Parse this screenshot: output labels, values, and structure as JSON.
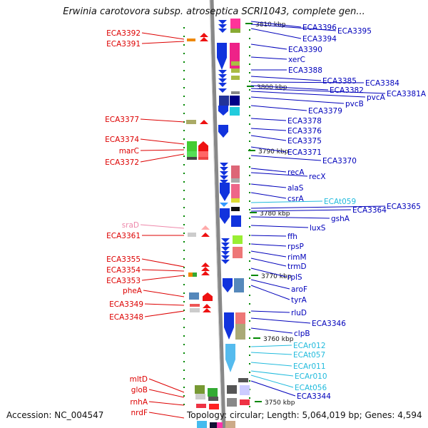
{
  "title": "Erwinia carotovora subsp. atroseptica SCRI1043, complete gen...",
  "footer": {
    "accession": "Accession: NC_004547",
    "summary": "Topology: circular; Length: 5,064,019 bp; Genes: 4,594"
  },
  "colors": {
    "forward_label": "#dd0000",
    "forward_label_faint": "#ee88aa",
    "reverse_label": "#0000bb",
    "rna_label": "#22bbdd",
    "backbone": "#888888",
    "tick": "#008800"
  },
  "scale": {
    "unit": "kbp",
    "ticks": [
      "3810 kbp",
      "3800 kbp",
      "3790 kbp",
      "3780 kbp",
      "3770 kbp",
      "3760 kbp",
      "3750 kbp"
    ]
  },
  "left_labels": [
    {
      "text": "ECA3392",
      "style": "red"
    },
    {
      "text": "ECA3391",
      "style": "red"
    },
    {
      "text": "ECA3377",
      "style": "red"
    },
    {
      "text": "ECA3374",
      "style": "red"
    },
    {
      "text": "marC",
      "style": "red"
    },
    {
      "text": "ECA3372",
      "style": "red"
    },
    {
      "text": "sraD",
      "style": "faint"
    },
    {
      "text": "ECA3361",
      "style": "red"
    },
    {
      "text": "ECA3355",
      "style": "red"
    },
    {
      "text": "ECA3354",
      "style": "red"
    },
    {
      "text": "ECA3353",
      "style": "red"
    },
    {
      "text": "pheA",
      "style": "red"
    },
    {
      "text": "ECA3349",
      "style": "red"
    },
    {
      "text": "ECA3348",
      "style": "red"
    },
    {
      "text": "mltD",
      "style": "red"
    },
    {
      "text": "gloB",
      "style": "red"
    },
    {
      "text": "rnhA",
      "style": "red"
    },
    {
      "text": "nrdF",
      "style": "red"
    }
  ],
  "right_labels": [
    {
      "text": "ECA3396",
      "style": "blue"
    },
    {
      "text": "ECA3395",
      "style": "blue"
    },
    {
      "text": "ECA3394",
      "style": "blue"
    },
    {
      "text": "ECA3390",
      "style": "blue"
    },
    {
      "text": "xerC",
      "style": "blue"
    },
    {
      "text": "ECA3388",
      "style": "blue"
    },
    {
      "text": "ECA3385",
      "style": "blue"
    },
    {
      "text": "ECA3384",
      "style": "blue"
    },
    {
      "text": "ECA3382",
      "style": "blue"
    },
    {
      "text": "ECA3381A",
      "style": "blue"
    },
    {
      "text": "pvcA",
      "style": "blue"
    },
    {
      "text": "pvcB",
      "style": "blue"
    },
    {
      "text": "ECA3379",
      "style": "blue"
    },
    {
      "text": "ECA3378",
      "style": "blue"
    },
    {
      "text": "ECA3376",
      "style": "blue"
    },
    {
      "text": "ECA3375",
      "style": "blue"
    },
    {
      "text": "ECA3371",
      "style": "blue"
    },
    {
      "text": "ECA3370",
      "style": "blue"
    },
    {
      "text": "recA",
      "style": "blue"
    },
    {
      "text": "recX",
      "style": "blue"
    },
    {
      "text": "alaS",
      "style": "blue"
    },
    {
      "text": "csrA",
      "style": "blue"
    },
    {
      "text": "ECAt059",
      "style": "rna"
    },
    {
      "text": "ECA3365",
      "style": "blue"
    },
    {
      "text": "ECA3364",
      "style": "blue"
    },
    {
      "text": "gshA",
      "style": "blue"
    },
    {
      "text": "luxS",
      "style": "blue"
    },
    {
      "text": "ffh",
      "style": "blue"
    },
    {
      "text": "rpsP",
      "style": "blue"
    },
    {
      "text": "rimM",
      "style": "blue"
    },
    {
      "text": "trmD",
      "style": "blue"
    },
    {
      "text": "rplS",
      "style": "blue"
    },
    {
      "text": "aroF",
      "style": "blue"
    },
    {
      "text": "tyrA",
      "style": "blue"
    },
    {
      "text": "rluD",
      "style": "blue"
    },
    {
      "text": "ECA3346",
      "style": "blue"
    },
    {
      "text": "clpB",
      "style": "blue"
    },
    {
      "text": "ECAr012",
      "style": "rna"
    },
    {
      "text": "ECAt057",
      "style": "rna"
    },
    {
      "text": "ECAr011",
      "style": "rna"
    },
    {
      "text": "ECAr010",
      "style": "rna"
    },
    {
      "text": "ECAt056",
      "style": "rna"
    },
    {
      "text": "ECA3344",
      "style": "blue"
    }
  ]
}
